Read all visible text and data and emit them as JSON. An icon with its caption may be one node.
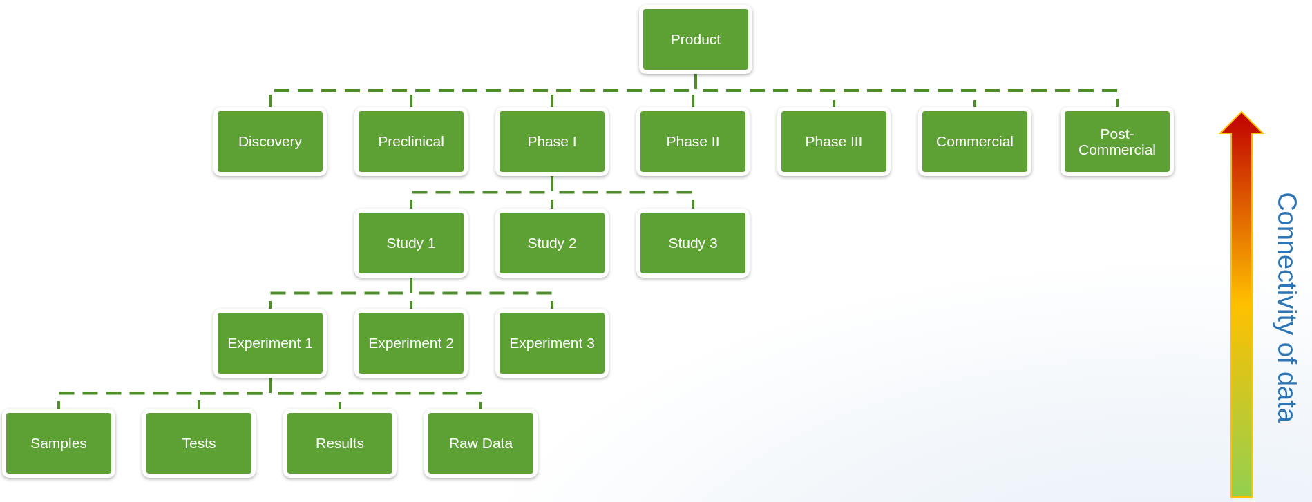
{
  "diagram": {
    "nodes": [
      {
        "text": [
          "Product"
        ]
      },
      {
        "text": [
          "Discovery"
        ]
      },
      {
        "text": [
          "Preclinical"
        ]
      },
      {
        "text": [
          "Phase I"
        ]
      },
      {
        "text": [
          "Phase II"
        ]
      },
      {
        "text": [
          "Phase III"
        ]
      },
      {
        "text": [
          "Commercial"
        ]
      },
      {
        "text": [
          "Post-Commercial"
        ]
      },
      {
        "text": [
          "Study 1"
        ]
      },
      {
        "text": [
          "Study 2"
        ]
      },
      {
        "text": [
          "Study 3"
        ]
      },
      {
        "text": [
          "Experiment 1"
        ]
      },
      {
        "text": [
          "Experiment 2"
        ]
      },
      {
        "text": [
          "Experiment 3"
        ]
      },
      {
        "text": [
          "Samples"
        ]
      },
      {
        "text": [
          "Tests"
        ]
      },
      {
        "text": [
          "Results"
        ]
      },
      {
        "text": [
          "Raw Data"
        ]
      }
    ],
    "edges": [
      {
        "from": 0,
        "to": 1,
        "arrow": "none",
        "style": "dashed"
      },
      {
        "from": 0,
        "to": 2,
        "arrow": "none",
        "style": "dashed"
      },
      {
        "from": 0,
        "to": 3,
        "arrow": "none",
        "style": "dashed"
      },
      {
        "from": 0,
        "to": 4,
        "arrow": "none",
        "style": "dashed"
      },
      {
        "from": 0,
        "to": 5,
        "arrow": "none",
        "style": "dashed"
      },
      {
        "from": 0,
        "to": 6,
        "arrow": "none",
        "style": "dashed"
      },
      {
        "from": 0,
        "to": 7,
        "arrow": "none",
        "style": "dashed"
      },
      {
        "from": 3,
        "to": 8,
        "arrow": "none",
        "style": "dashed"
      },
      {
        "from": 3,
        "to": 9,
        "arrow": "none",
        "style": "dashed"
      },
      {
        "from": 3,
        "to": 10,
        "arrow": "none",
        "style": "dashed"
      },
      {
        "from": 8,
        "to": 11,
        "arrow": "none",
        "style": "dashed"
      },
      {
        "from": 8,
        "to": 12,
        "arrow": "none",
        "style": "dashed"
      },
      {
        "from": 8,
        "to": 13,
        "arrow": "none",
        "style": "dashed"
      },
      {
        "from": 11,
        "to": 14,
        "arrow": "none",
        "style": "dashed"
      },
      {
        "from": 11,
        "to": 15,
        "arrow": "none",
        "style": "dashed"
      },
      {
        "from": 11,
        "to": 16,
        "arrow": "none",
        "style": "dashed"
      },
      {
        "from": 11,
        "to": 17,
        "arrow": "none",
        "style": "dashed"
      }
    ],
    "labels": [
      "Connectivity of data"
    ]
  }
}
